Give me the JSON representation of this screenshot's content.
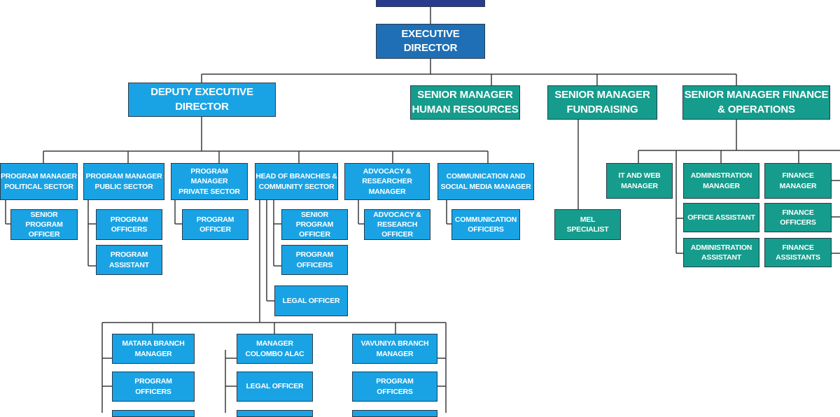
{
  "chart": {
    "executive": "EXECUTIVE DIRECTOR",
    "deputy": "DEPUTY EXECUTIVE DIRECTOR",
    "sm_hr": "SENIOR MANAGER\nHUMAN RESOURCES",
    "sm_fundraising": "SENIOR MANAGER\nFUNDRAISING",
    "sm_finance": "SENIOR MANAGER FINANCE\n& OPERATIONS",
    "pm_political": "PROGRAM MANAGER\nPOLITICAL SECTOR",
    "pm_public": "PROGRAM MANAGER\nPUBLIC SECTOR",
    "pm_private": "PROGRAM MANAGER\nPRIVATE SECTOR",
    "head_branches": "HEAD OF BRANCHES &\nCOMMUNITY SECTOR",
    "advocacy_manager": "ADVOCACY &\nRESEARCHER MANAGER",
    "comm_manager": "COMMUNICATION AND\nSOCIAL MEDIA MANAGER",
    "senior_po_political": "SENIOR\nPROGRAM OFFICER",
    "program_officers_public": "PROGRAM\nOFFICERS",
    "program_assistant_public": "PROGRAM\nASSISTANT",
    "program_officer_private": "PROGRAM\nOFFICER",
    "senior_po_branches": "SENIOR\nPROGRAM OFFICER",
    "program_officers_branches": "PROGRAM\nOFFICERS",
    "legal_officer_branches": "LEGAL OFFICER",
    "advocacy_officer": "ADVOCACY &\nRESEARCH OFFICER",
    "comm_officers": "COMMUNICATION\nOFFICERS",
    "mel_specialist": "MEL\nSPECIALIST",
    "it_web_manager": "IT AND WEB\nMANAGER",
    "admin_manager": "ADMINISTRATION\nMANAGER",
    "office_assistant": "OFFICE ASSISTANT",
    "admin_assistant": "ADMINISTRATION\nASSISTANT",
    "finance_manager": "FINANCE\nMANAGER",
    "finance_officers": "FINANCE\nOFFICERS",
    "finance_assistants": "FINANCE\nASSISTANTS",
    "matara_manager": "MATARA BRANCH\nMANAGER",
    "matara_program_officers": "PROGRAM\nOFFICERS",
    "colombo_manager": "MANAGER\nCOLOMBO ALAC",
    "colombo_legal_officer": "LEGAL OFFICER",
    "vavuniya_manager": "VAVUNIYA BRANCH\nMANAGER",
    "vavuniya_program_officers": "PROGRAM\nOFFICERS"
  },
  "colors": {
    "board": "#2a3a8c",
    "executive": "#1e6fb5",
    "program_blue": "#1aa3e4",
    "operations_teal": "#169c8c",
    "connector": "#3a3a3a"
  }
}
